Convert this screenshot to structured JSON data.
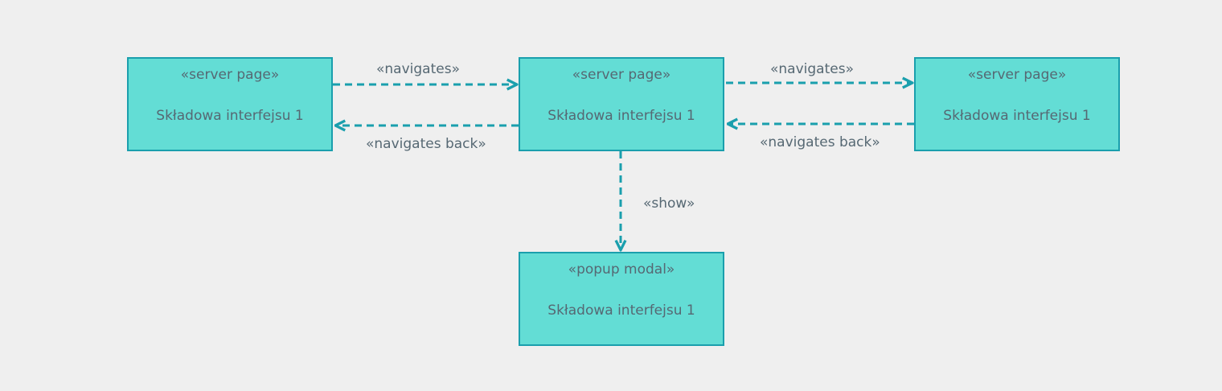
{
  "colors": {
    "background": "#efefef",
    "node_fill": "#63ddd5",
    "node_border": "#1a9fad",
    "edge": "#1a9fad",
    "text": "#566873"
  },
  "nodes": [
    {
      "stereotype": "«server page»",
      "name": "Składowa interfejsu 1"
    },
    {
      "stereotype": "«server page»",
      "name": "Składowa interfejsu 1"
    },
    {
      "stereotype": "«server page»",
      "name": "Składowa interfejsu 1"
    },
    {
      "stereotype": "«popup modal»",
      "name": "Składowa interfejsu 1"
    }
  ],
  "edges": [
    {
      "label": "«navigates»"
    },
    {
      "label": "«navigates back»"
    },
    {
      "label": "«navigates»"
    },
    {
      "label": "«navigates back»"
    },
    {
      "label": "«show»"
    }
  ]
}
